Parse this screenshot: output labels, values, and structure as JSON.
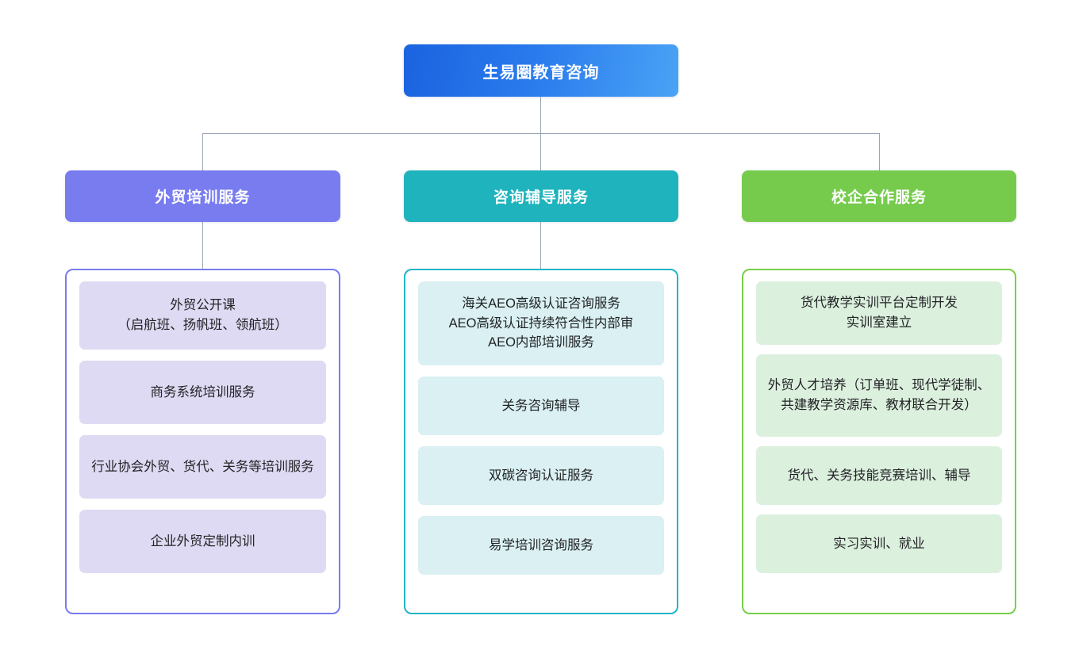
{
  "diagram": {
    "type": "organization-chart",
    "root": {
      "label": "生易圈教育咨询",
      "color": "#2a7bed"
    },
    "connector_color": "#9aa6b2",
    "branches": [
      {
        "id": "branch-1",
        "header_label": "外贸培训服务",
        "header_color": "#787cef",
        "border_color": "#787cef",
        "card_color": "#dedaf3",
        "items": [
          {
            "label": "外贸公开课\n（启航班、扬帆班、领航班）"
          },
          {
            "label": "商务系统培训服务"
          },
          {
            "label": "行业协会外贸、货代、关务等培训服务"
          },
          {
            "label": "企业外贸定制内训"
          }
        ]
      },
      {
        "id": "branch-2",
        "header_label": "咨询辅导服务",
        "header_color": "#1fb3bd",
        "border_color": "#20b6c3",
        "card_color": "#daf0f3",
        "items": [
          {
            "label": "海关AEO高级认证咨询服务\nAEO高级认证持续符合性内部审\nAEO内部培训服务"
          },
          {
            "label": "关务咨询辅导"
          },
          {
            "label": "双碳咨询认证服务"
          },
          {
            "label": "易学培训咨询服务"
          }
        ]
      },
      {
        "id": "branch-3",
        "header_label": "校企合作服务",
        "header_color": "#76cb4d",
        "border_color": "#76cf4a",
        "card_color": "#dcf0de",
        "items": [
          {
            "label": "货代教学实训平台定制开发\n实训室建立"
          },
          {
            "label": "外贸人才培养（订单班、现代学徒制、共建教学资源库、教材联合开发）"
          },
          {
            "label": "货代、关务技能竞赛培训、辅导"
          },
          {
            "label": "实习实训、就业"
          }
        ]
      }
    ]
  }
}
